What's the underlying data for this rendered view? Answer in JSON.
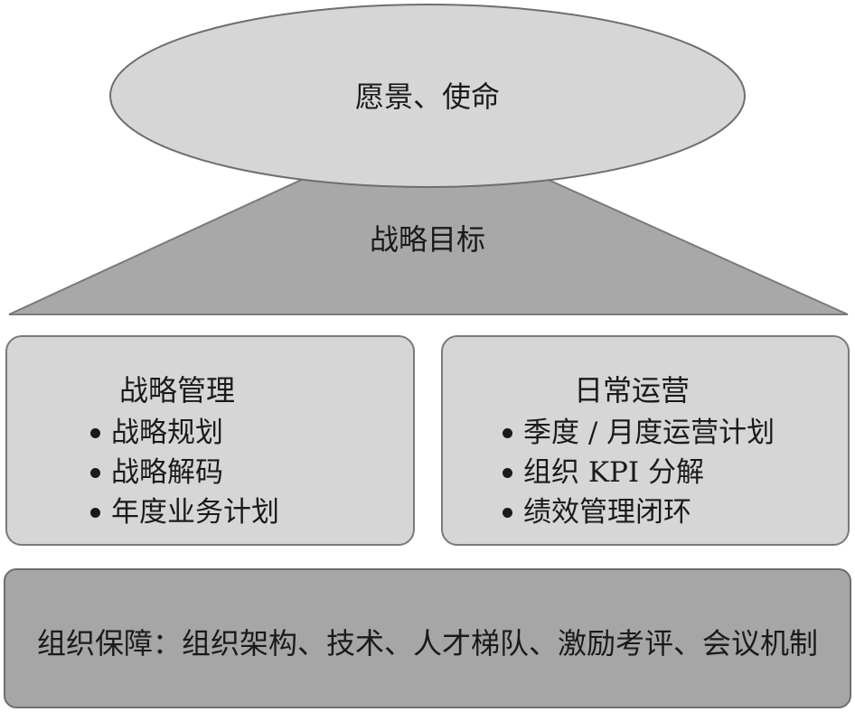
{
  "vision": {
    "text": "愿景、使命"
  },
  "goal": {
    "text": "战略目标"
  },
  "strategy_box": {
    "title": "战略管理",
    "items": [
      "战略规划",
      "战略解码",
      "年度业务计划"
    ]
  },
  "operations_box": {
    "title": "日常运营",
    "items": [
      "季度 / 月度运营计划",
      "组织 KPI 分解",
      "绩效管理闭环"
    ]
  },
  "foundation": {
    "text": "组织保障：组织架构、技术、人才梯队、激励考评、会议机制"
  },
  "colors": {
    "ellipse_fill": "#d6d6d6",
    "triangle_fill": "#a8a8a8",
    "box_fill": "#d6d6d6",
    "base_fill": "#a6a6a6",
    "outline": "#6e6e6e"
  }
}
